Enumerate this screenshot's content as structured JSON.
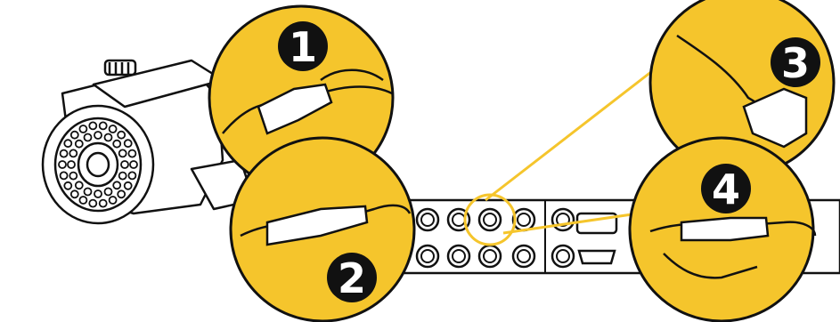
{
  "colors": {
    "accent_yellow": "#f5c52c",
    "ink": "#111111",
    "paper": "#ffffff",
    "skin_gray": "#e9e9e9"
  },
  "steps": [
    {
      "number": "1"
    },
    {
      "number": "2"
    },
    {
      "number": "3"
    },
    {
      "number": "4"
    }
  ],
  "icons": {
    "camera": "bullet-camera-icon",
    "dvr": "dvr-back-panel-icon"
  }
}
